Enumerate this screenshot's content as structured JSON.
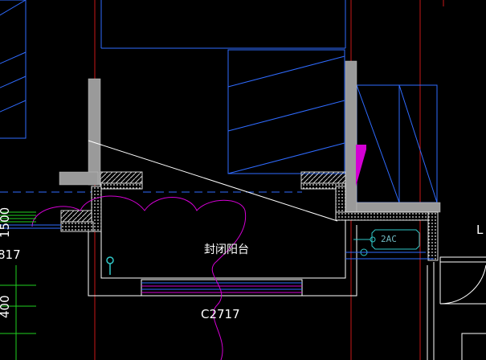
{
  "labels": {
    "room": "封闭阳台",
    "window": "C2717",
    "dim_left": "817",
    "dim_vertical_top": "1500",
    "dim_vertical_bottom": "400",
    "edge_right": "L",
    "ac_tag": "2AC"
  },
  "colors": {
    "background": "#000000",
    "axis_red": "#c81818",
    "wall_grey": "#9a9a9a",
    "furniture_blue": "#2f6bff",
    "magenta": "#d400d4",
    "white": "#ffffff",
    "dim_green": "#1fd21f",
    "cyan": "#30c8c8"
  }
}
